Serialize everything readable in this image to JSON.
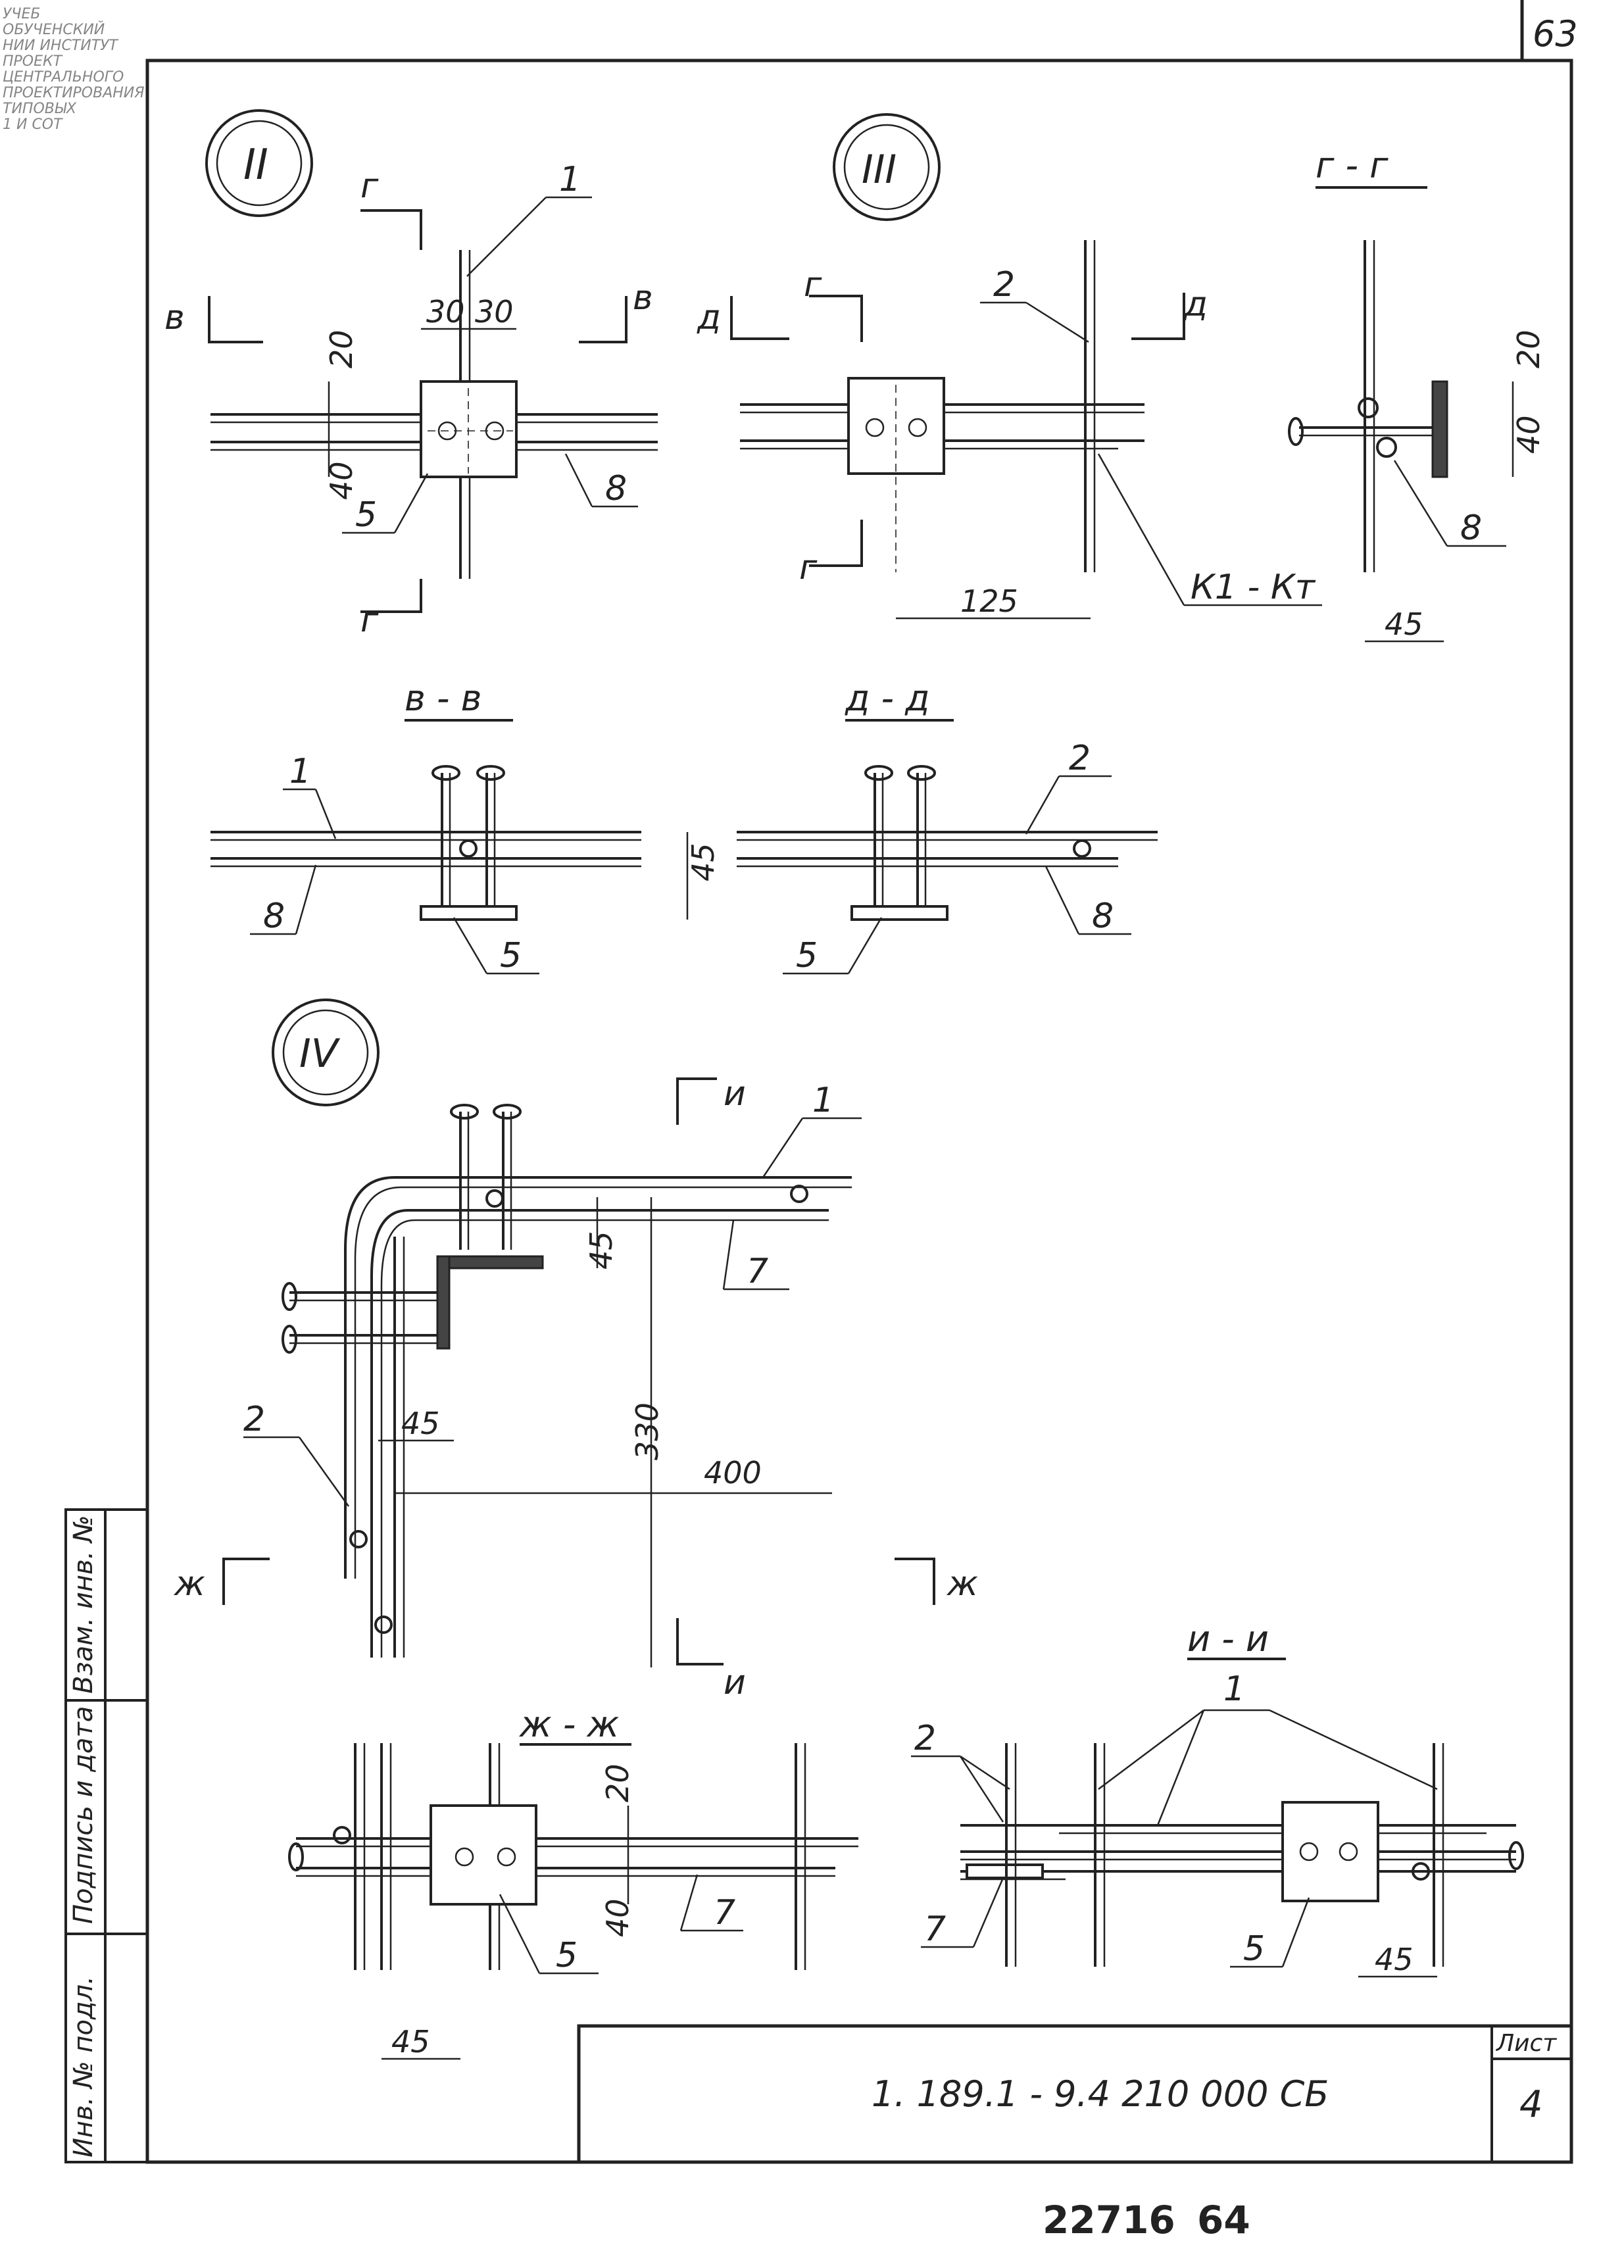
{
  "page_number": "63",
  "stamp_text": [
    "УЧЕБ",
    "ОБУЧЕНСКИЙ",
    "НИИ ИНСТИТУТ",
    "ПРОЕКТ",
    "ЦЕНТРАЛЬНОГО",
    "ПРОЕКТИРОВАНИЯ",
    "ТИПОВЫХ",
    "1 И СОТ"
  ],
  "views": {
    "v2": {
      "label": "II"
    },
    "v3": {
      "label": "III"
    },
    "v4": {
      "label": "IV"
    }
  },
  "sections": {
    "gg": "г - г",
    "vv": "в - в",
    "dd": "д - д",
    "ii": "и - и",
    "zhzh": "ж - ж"
  },
  "cut_marks": {
    "g": "г",
    "v": "в",
    "d": "д",
    "i": "и",
    "zh": "ж"
  },
  "positions": {
    "p1": "1",
    "p2": "2",
    "p5": "5",
    "p7": "7",
    "p8": "8",
    "k1kt": "К1 - Кт"
  },
  "dimensions": {
    "d30a": "30",
    "d30b": "30",
    "d20": "20",
    "d40": "40",
    "d45": "45",
    "d125": "125",
    "d330": "330",
    "d400": "400"
  },
  "side_stamp": {
    "inv_podl": "Инв. № подл.",
    "podpis_data": "Подпись и дата",
    "vzam_inv": "Взам. инв. №"
  },
  "title_block": {
    "designation": "1. 189.1 - 9.4  210 000 СБ",
    "sheet_label": "Лист",
    "sheet_number": "4"
  },
  "bottom_numbers": {
    "n1": "22716",
    "n2": "64"
  }
}
